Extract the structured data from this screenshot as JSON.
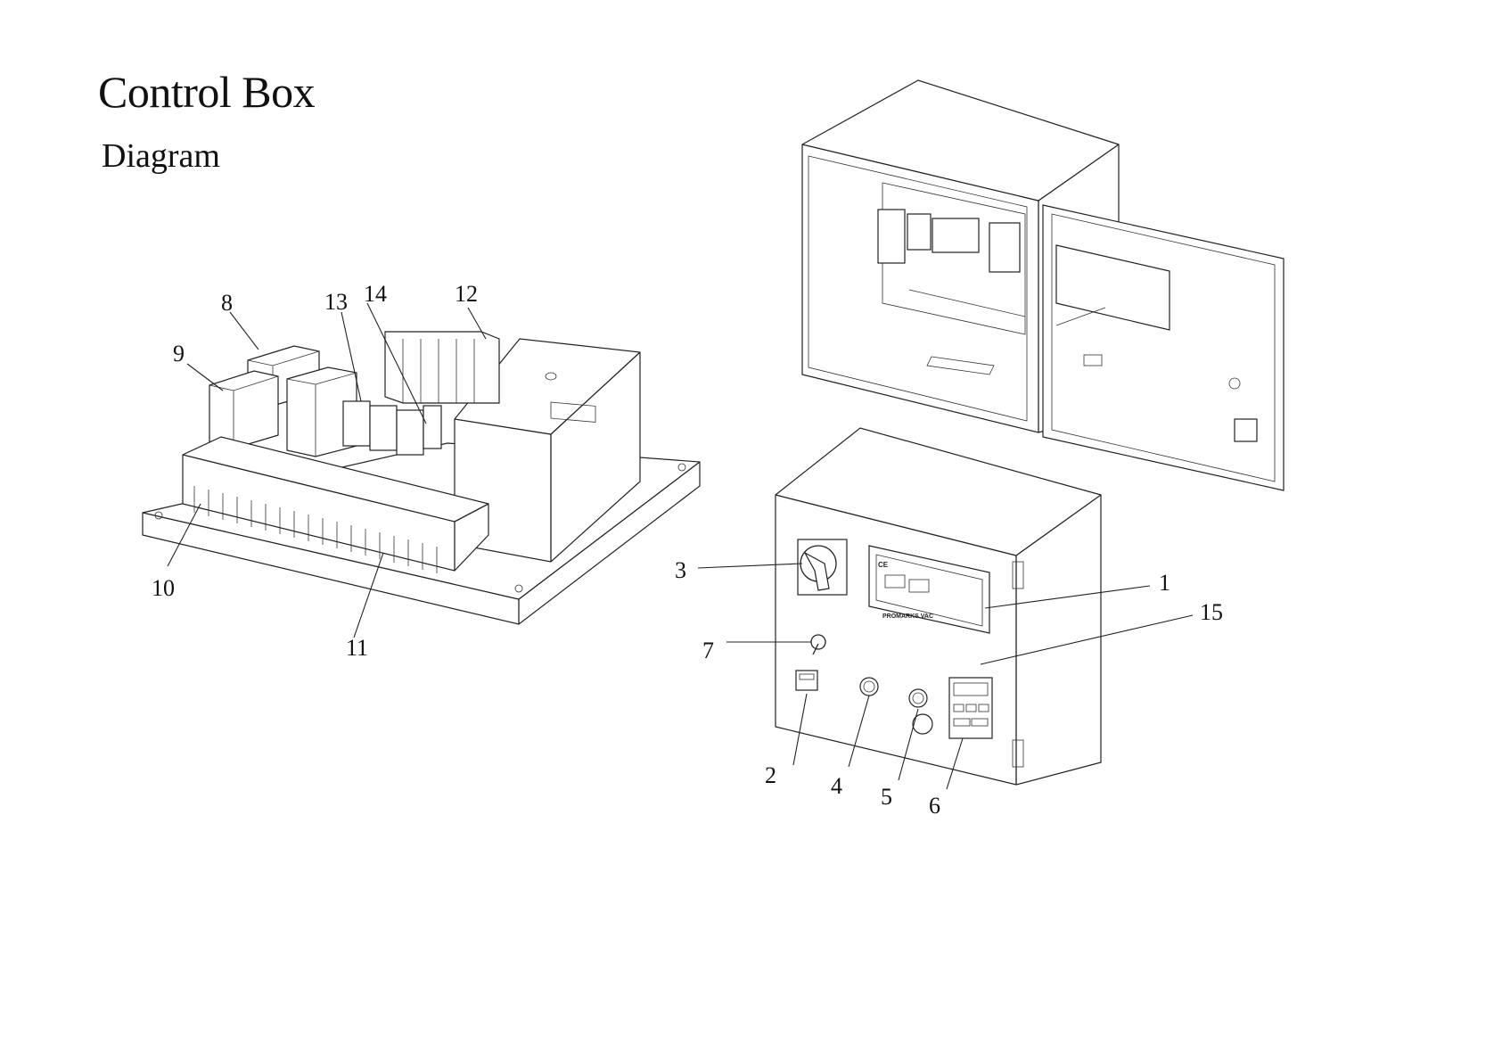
{
  "page": {
    "title": "Control Box",
    "subtitle": "Diagram"
  },
  "diagram": {
    "callouts": [
      {
        "id": "1",
        "label": "1"
      },
      {
        "id": "2",
        "label": "2"
      },
      {
        "id": "3",
        "label": "3"
      },
      {
        "id": "4",
        "label": "4"
      },
      {
        "id": "5",
        "label": "5"
      },
      {
        "id": "6",
        "label": "6"
      },
      {
        "id": "7",
        "label": "7"
      },
      {
        "id": "8",
        "label": "8"
      },
      {
        "id": "9",
        "label": "9"
      },
      {
        "id": "10",
        "label": "10"
      },
      {
        "id": "11",
        "label": "11"
      },
      {
        "id": "12",
        "label": "12"
      },
      {
        "id": "13",
        "label": "13"
      },
      {
        "id": "14",
        "label": "14"
      },
      {
        "id": "15",
        "label": "15"
      }
    ],
    "panel_text": {
      "brand": "PROMARKS VAC",
      "ce_mark": "CE"
    }
  }
}
